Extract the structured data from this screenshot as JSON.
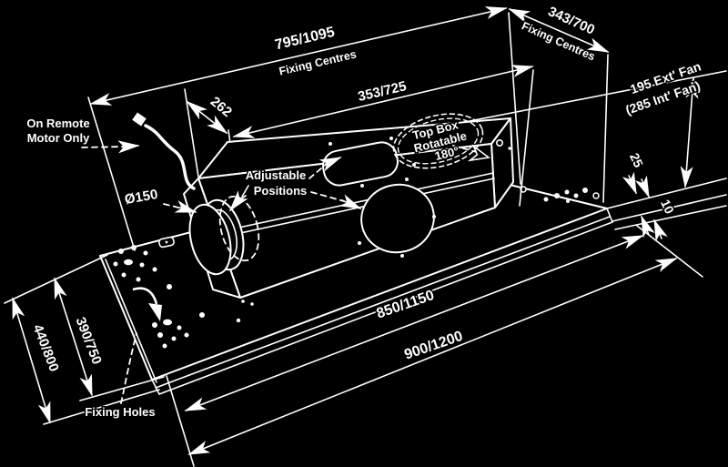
{
  "diagram": {
    "title": "Cooker hood canopy technical dimension drawing",
    "background": "#000000",
    "line_color": "#ffffff",
    "labels": {
      "fixing_centres_top": {
        "value": "795/1095",
        "caption": "Fixing Centres"
      },
      "fixing_centres_right": {
        "value": "343/700",
        "caption": "Fixing Centres"
      },
      "box_top_length": "353/725",
      "duct_offset": "262",
      "remote_note_line1": "On Remote",
      "remote_note_line2": "Motor Only",
      "duct_diameter": "Ø150",
      "adjustable_line1": "Adjustable",
      "adjustable_line2": "Positions",
      "top_box_line1": "Top Box",
      "top_box_line2": "Rotatable",
      "top_box_line3": "180°",
      "fan_height_line1": "195 Ext' Fan",
      "fan_height_line2": "(285 Int' Fan)",
      "edge_gap_upper": "25",
      "edge_gap_lower": "10",
      "canopy_length_inner": "850/1150",
      "canopy_length_outer": "900/1200",
      "canopy_depth_inner": "390/750",
      "canopy_depth_outer": "440/800",
      "fixing_holes": "Fixing Holes"
    }
  }
}
